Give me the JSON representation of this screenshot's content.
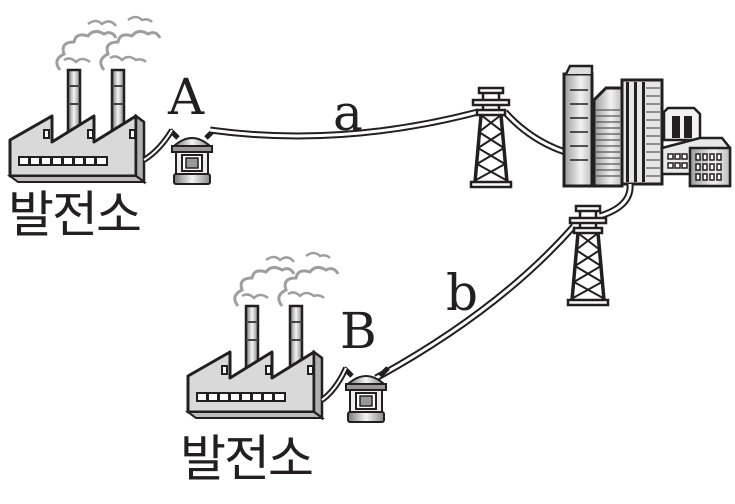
{
  "diagram": {
    "title": "",
    "plants": [
      {
        "id": "A",
        "label": "발전소",
        "letter": "A"
      },
      {
        "id": "B",
        "label": "발전소",
        "letter": "B"
      }
    ],
    "lines": [
      {
        "id": "a",
        "label": "a",
        "from": "A",
        "to": "city"
      },
      {
        "id": "b",
        "label": "b",
        "from": "B",
        "to": "city"
      }
    ],
    "colors": {
      "ink": "#231f20",
      "smoke": "#9e9e9e",
      "wall": "#d9d9d9",
      "wall_dark": "#b0b0b0"
    }
  }
}
